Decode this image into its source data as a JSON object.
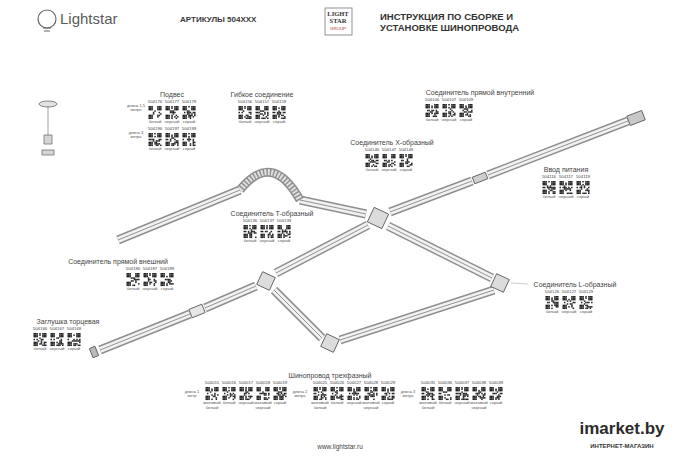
{
  "diagram": {
    "title": "ИНСТРУКЦИЯ ПО СБОРКЕ И УСТАНОВКЕ ШИНОПРОВОДА",
    "labels": [
      "Lightstar",
      "АРТИКУЛЫ 504XXX",
      "LIGHT",
      "STAR",
      "GROUP",
      "Подвес",
      "длина 1,5 метра",
      "504176",
      "белый",
      "504177",
      "черный",
      "504179",
      "серый",
      "длина 3 метра",
      "504196",
      "белый",
      "504197",
      "черный",
      "504199",
      "серый",
      "Гибкое соединение",
      "504156",
      "белый",
      "504157",
      "черный",
      "504159",
      "серый",
      "Соединитель прямой внутренний",
      "504106",
      "белый",
      "504107",
      "черный",
      "504109",
      "серый",
      "Соединитель X-образный",
      "504146",
      "белый",
      "504147",
      "черный",
      "504149",
      "серый",
      "Ввод питания",
      "504116",
      "белый",
      "504117",
      "черный",
      "504119",
      "серый",
      "Соединитель T-образный",
      "504136",
      "белый",
      "504137",
      "черный",
      "504139",
      "серый",
      "Соединитель прямой внешний",
      "504186",
      "белый",
      "504187",
      "черный",
      "504189",
      "серый",
      "Соединитель L-образный",
      "504126",
      "белый",
      "504127",
      "черный",
      "504129",
      "серый",
      "Заглушка торцевая",
      "504166",
      "белый",
      "504167",
      "черный",
      "504169",
      "серый",
      "Шинопровод трехфазный",
      "длина 1 метр",
      "504015",
      "матовый белый",
      "504016",
      "белый",
      "504017",
      "черный",
      "504018",
      "матовый черный",
      "504019",
      "серый",
      "длина 2 метра",
      "504025",
      "матовый белый",
      "504026",
      "белый",
      "504027",
      "черный",
      "504028",
      "матовый черный",
      "504029",
      "серый",
      "длина 3 метра",
      "504035",
      "матовый белый",
      "504036",
      "белый",
      "504037",
      "черный",
      "504038",
      "матовый черный",
      "504039",
      "серый",
      "www.lightstar.ru",
      "imarket.by",
      "ИНТЕРНЕТ-МАГАЗИН"
    ]
  }
}
